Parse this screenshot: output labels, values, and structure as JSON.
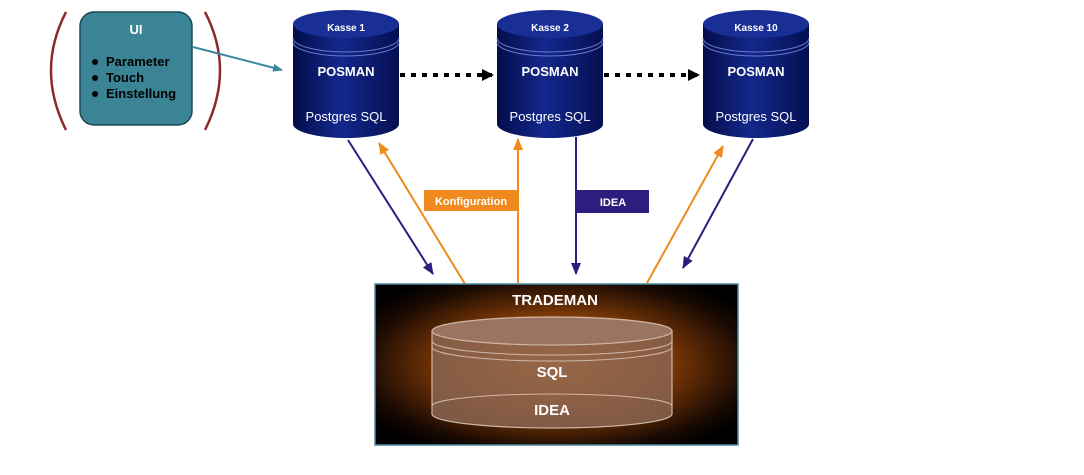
{
  "ui_box": {
    "title": "UI",
    "items": [
      "Parameter",
      "Touch",
      "Einstellung"
    ]
  },
  "registers": [
    {
      "label": "Kasse 1",
      "app": "POSMAN",
      "db": "Postgres SQL"
    },
    {
      "label": "Kasse 2",
      "app": "POSMAN",
      "db": "Postgres SQL"
    },
    {
      "label": "Kasse 10",
      "app": "POSMAN",
      "db": "Postgres SQL"
    }
  ],
  "tags": {
    "konfiguration": "Konfiguration",
    "idea": "IDEA"
  },
  "trademan": {
    "title": "TRADEMAN",
    "db_label": "SQL",
    "db_sub_label": "IDEA"
  },
  "colors": {
    "cylinder_blue": "#0a1a6e",
    "ui_box_fill": "#3b8496",
    "orange_arrow": "#f08a1c",
    "navy_arrow": "#2e1d7e",
    "teal_arrow": "#3c88a0",
    "bracket": "#8b2c2c",
    "trademan_glow": "#d8700a"
  }
}
